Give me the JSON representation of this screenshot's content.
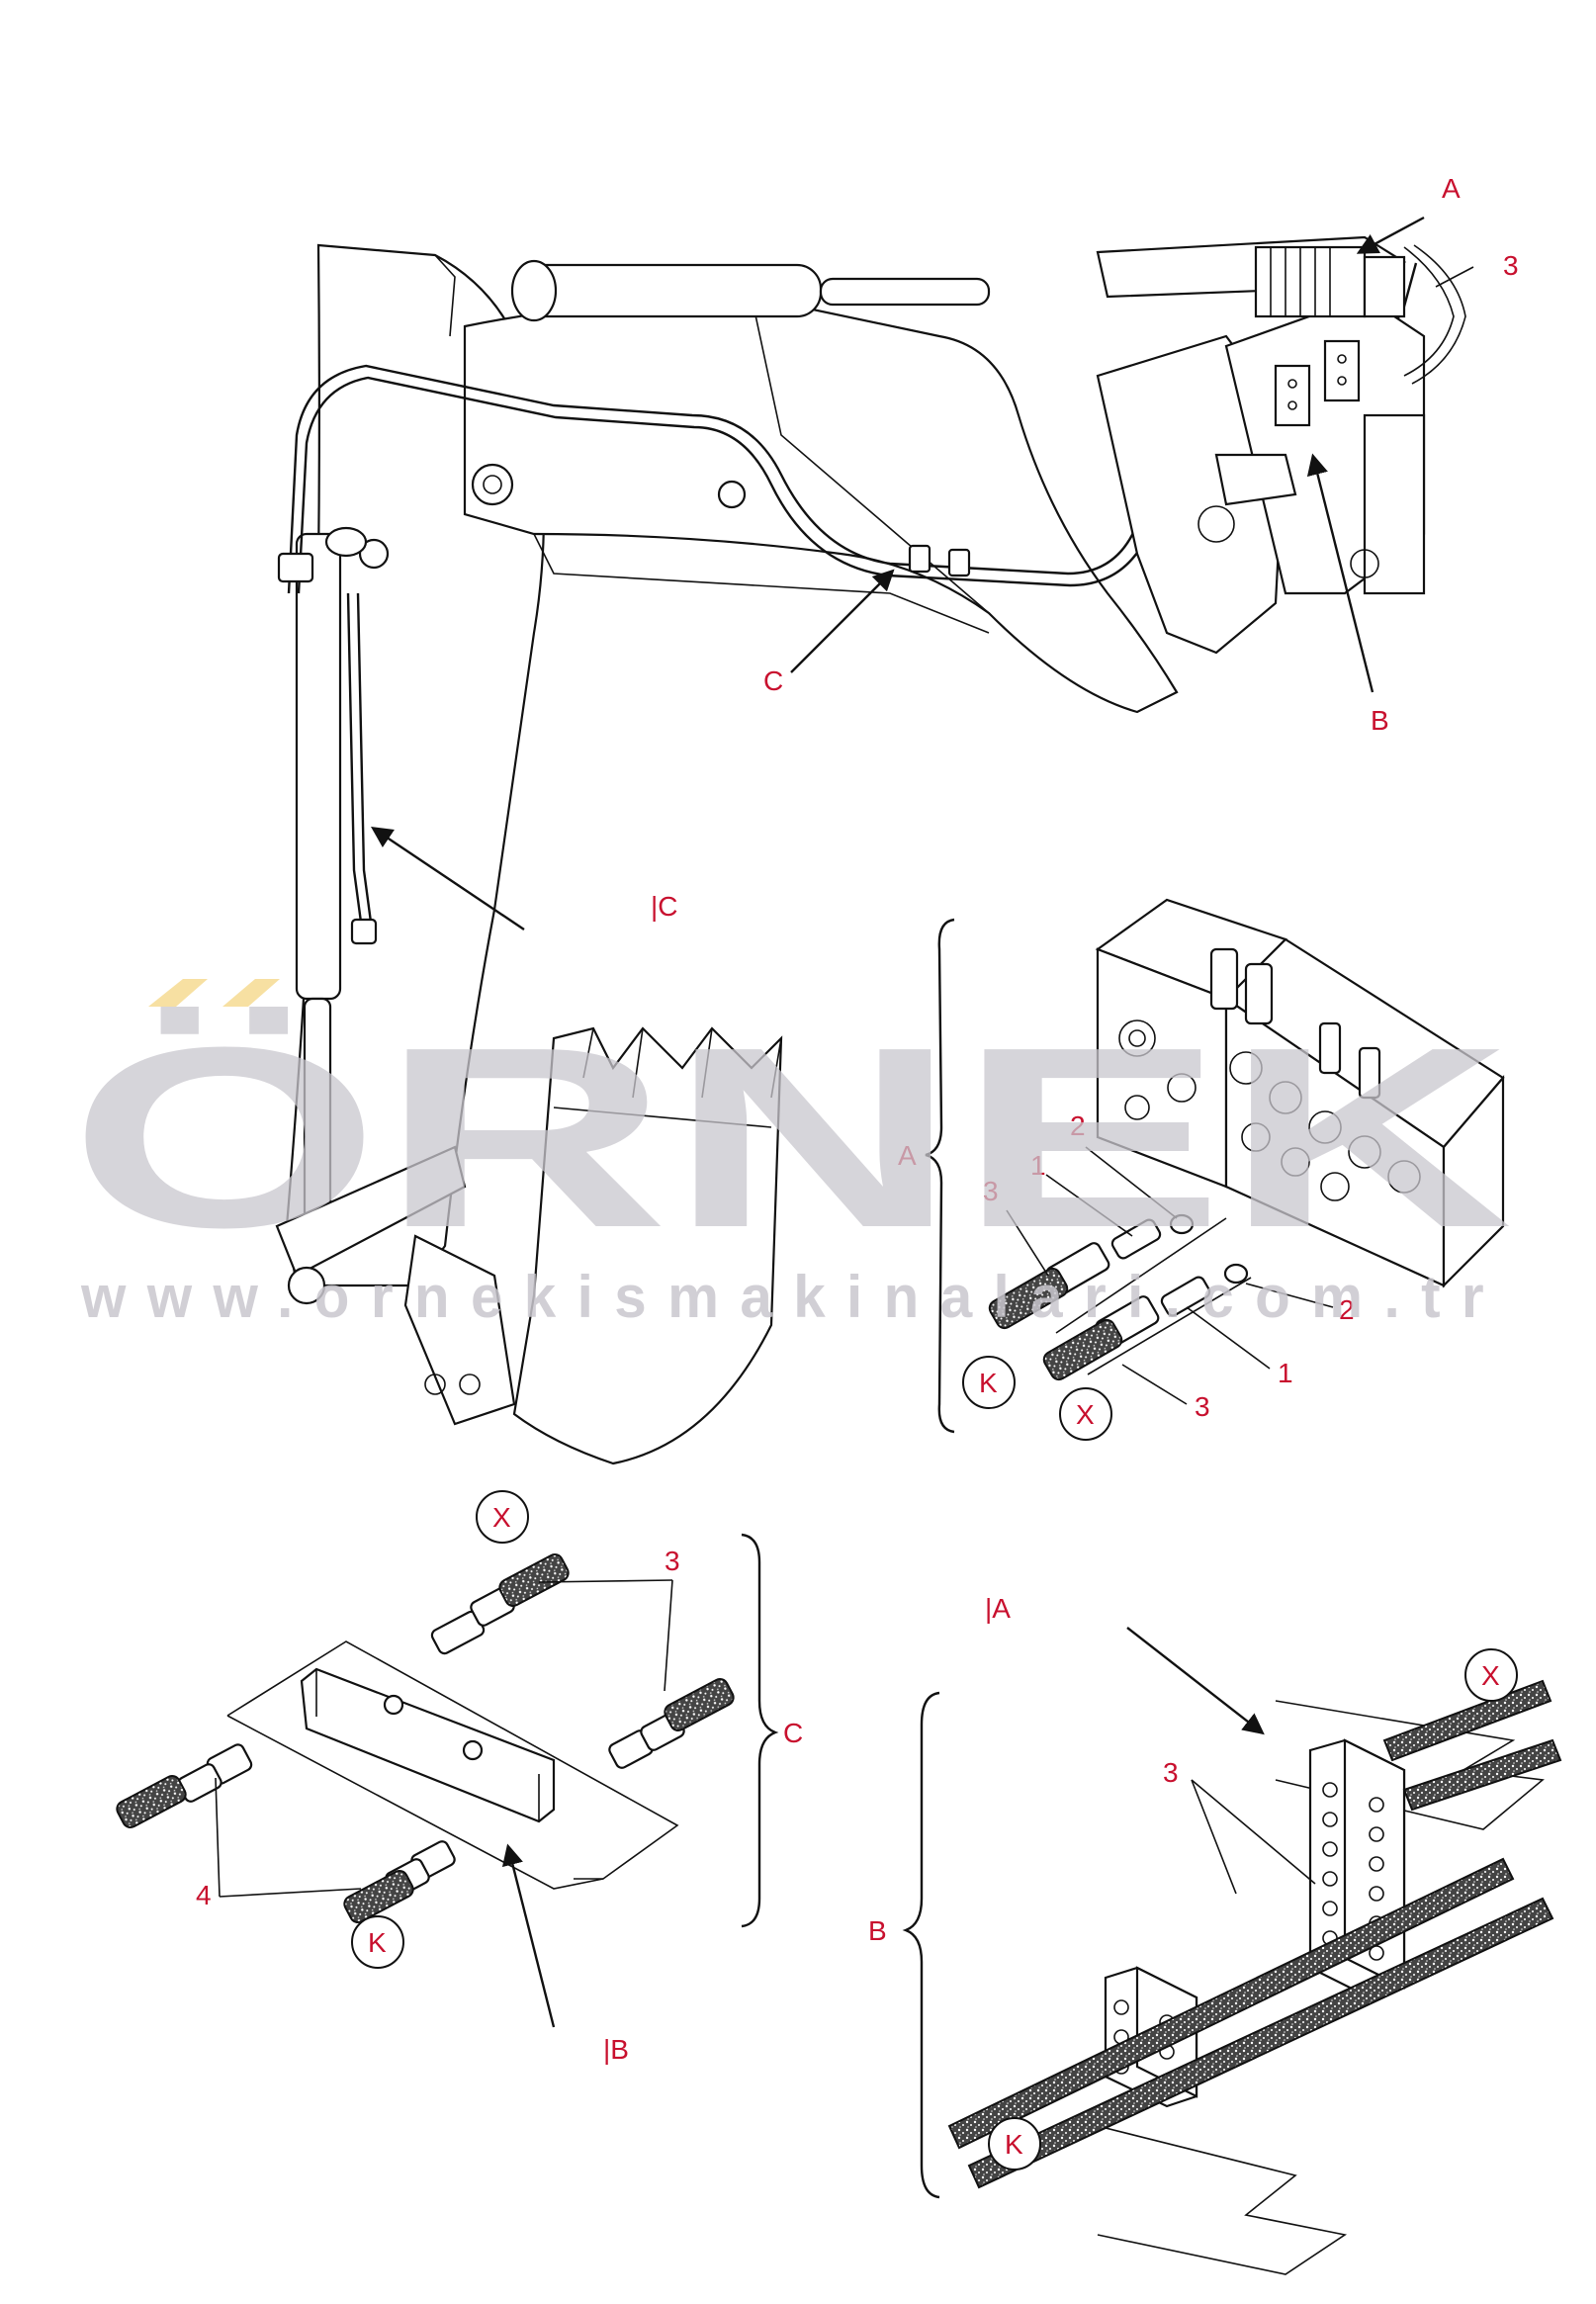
{
  "diagram": {
    "labels": {
      "main_A": "A",
      "main_3": "3",
      "main_C": "C",
      "main_B": "B",
      "ref_C": "|C",
      "ref_A": "|A",
      "ref_B": "|B",
      "detA_brace": "A",
      "detA_1a": "1",
      "detA_2a": "2",
      "detA_3a": "3",
      "detA_K": "K",
      "detA_X": "X",
      "detA_3b": "3",
      "detA_1b": "1",
      "detA_2b": "2",
      "detC_X": "X",
      "detC_3": "3",
      "detC_brace": "C",
      "detC_4": "4",
      "detC_K": "K",
      "detB_X": "X",
      "detB_3": "3",
      "detB_brace": "B",
      "detB_K": "K"
    },
    "watermark": {
      "brand": "ÖRNEK",
      "url": "www.ornekismakinalari.com.tr"
    },
    "colors": {
      "label": "#c8102e",
      "line": "#111111",
      "watermark": "#c9c7ce",
      "accent": "#f3d37a"
    }
  }
}
